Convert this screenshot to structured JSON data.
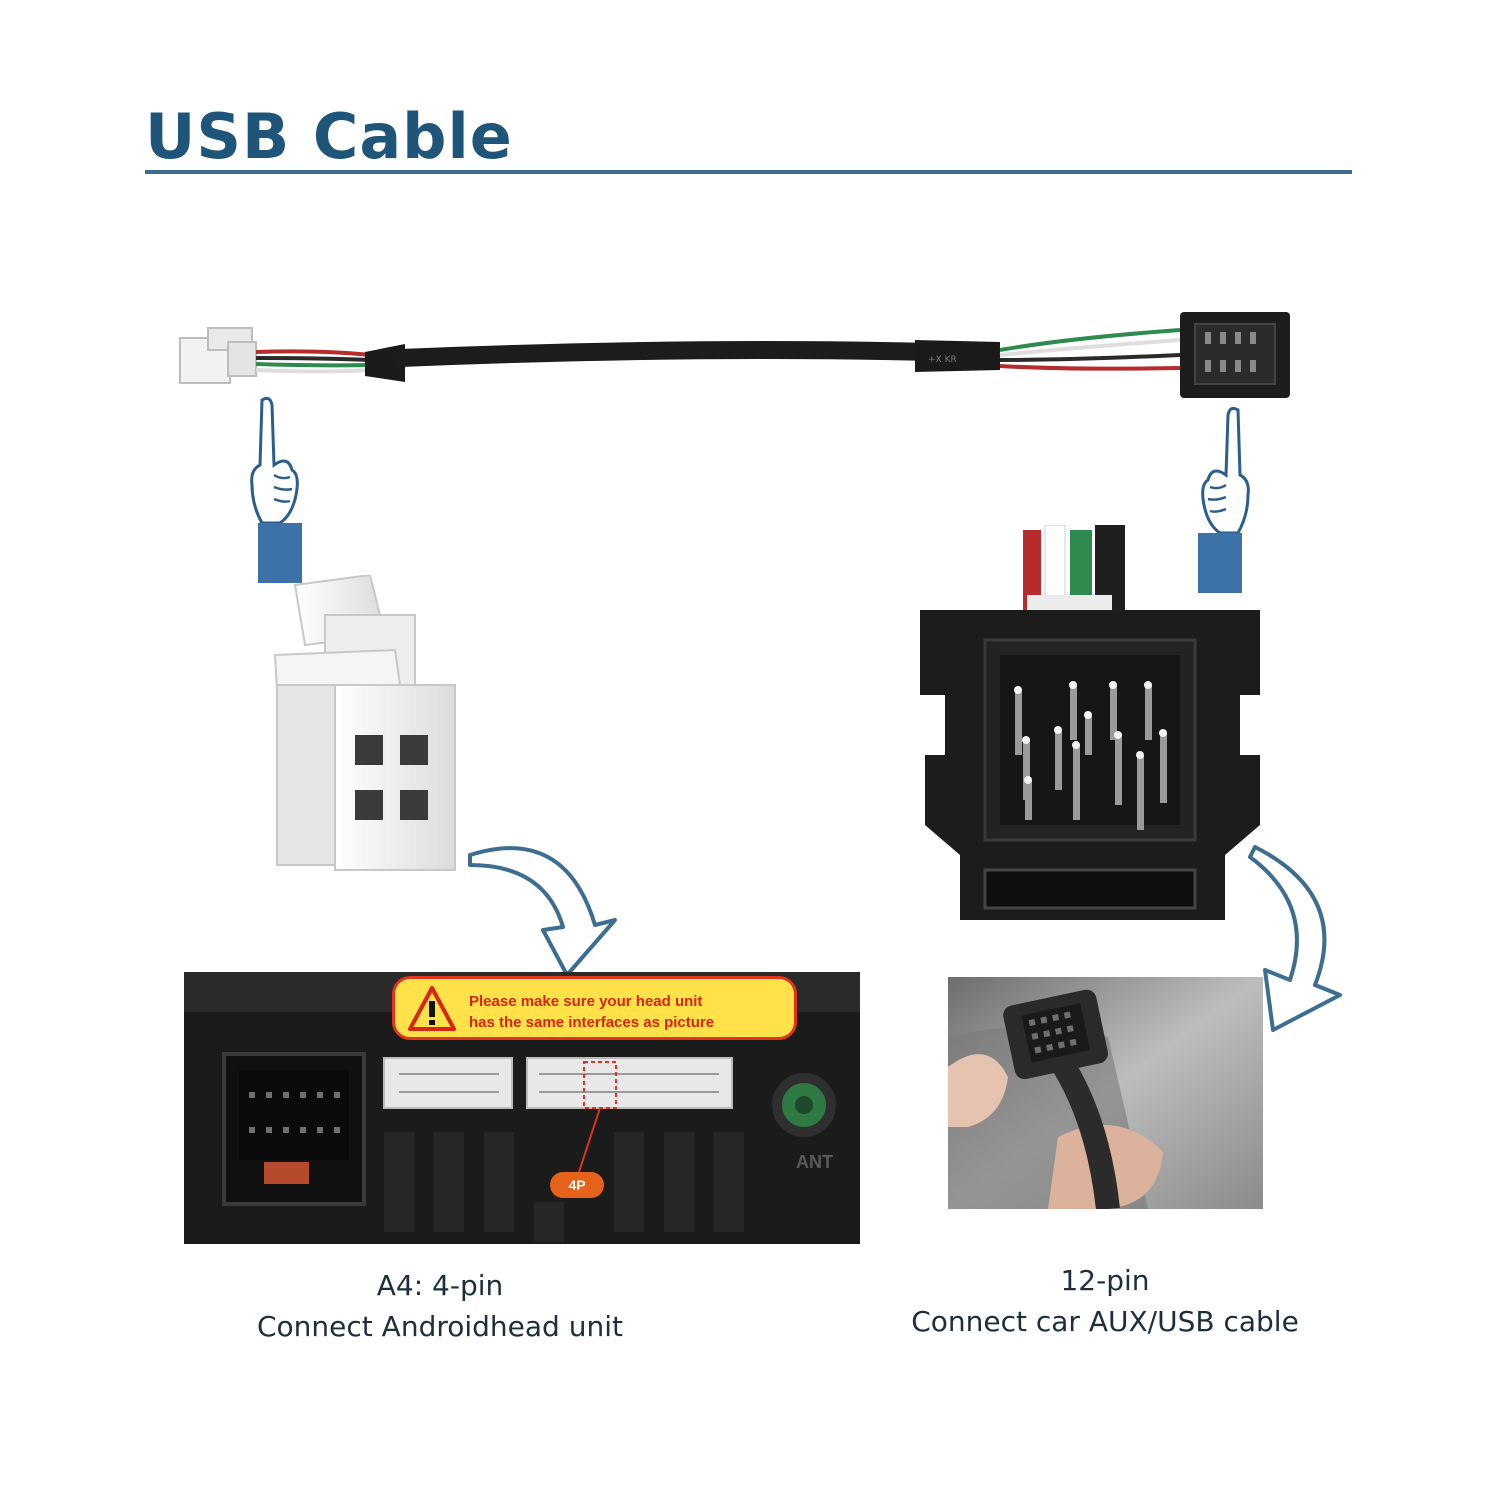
{
  "title": "USB Cable",
  "warning": {
    "line1": "Please make sure your head unit",
    "line2": "has the same interfaces as picture"
  },
  "badge": "4P",
  "ant_label": "ANT",
  "left_caption": {
    "line1": "A4: 4-pin",
    "line2": "Connect Androidhead unit"
  },
  "right_caption": {
    "line1": "12-pin",
    "line2": "Connect car AUX/USB cable"
  },
  "colors": {
    "title": "#1f5579",
    "rule": "#3d6e91",
    "arrow": "#3d6e91",
    "hand_cuff": "#3c72a8",
    "warning_fill": "#ffe24a",
    "warning_border": "#e1341c",
    "warning_text": "#d8260e",
    "badge": "#e6621a"
  },
  "icons": [
    "pointing-hand-icon",
    "curved-arrow-icon",
    "warning-triangle-icon"
  ]
}
